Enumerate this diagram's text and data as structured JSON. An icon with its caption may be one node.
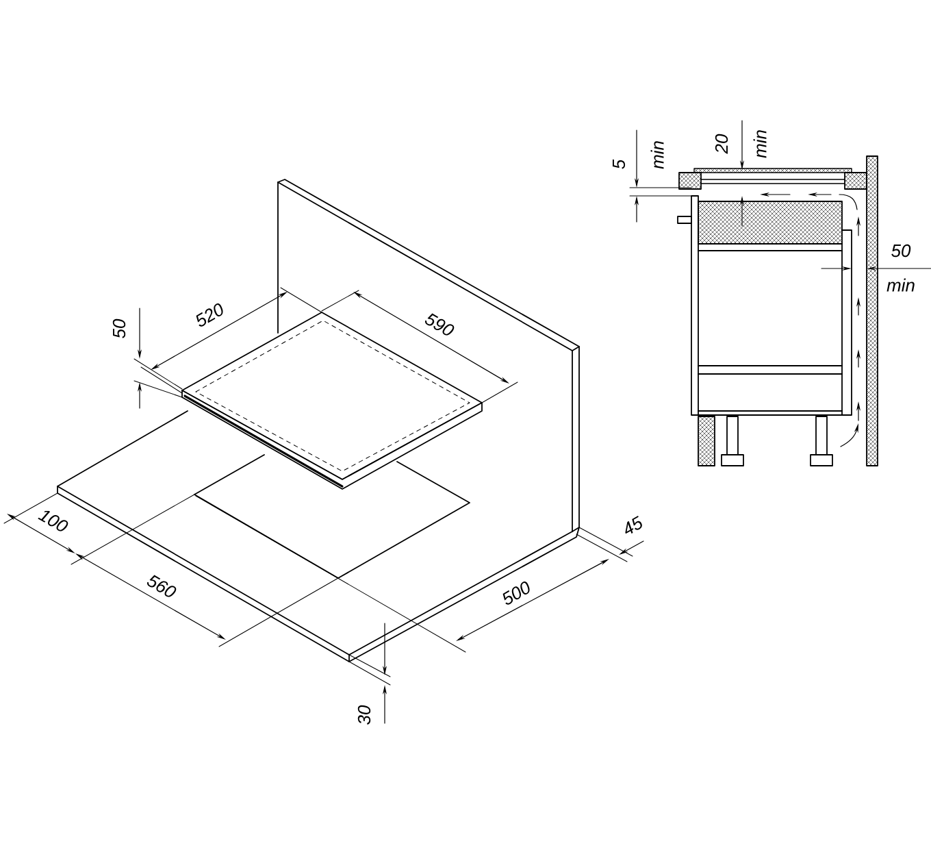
{
  "diagram": {
    "labels": [
      "5",
      "min",
      "20",
      "min",
      "50",
      "min",
      "50",
      "520",
      "590",
      "100",
      "45",
      "560",
      "500",
      "30"
    ]
  }
}
